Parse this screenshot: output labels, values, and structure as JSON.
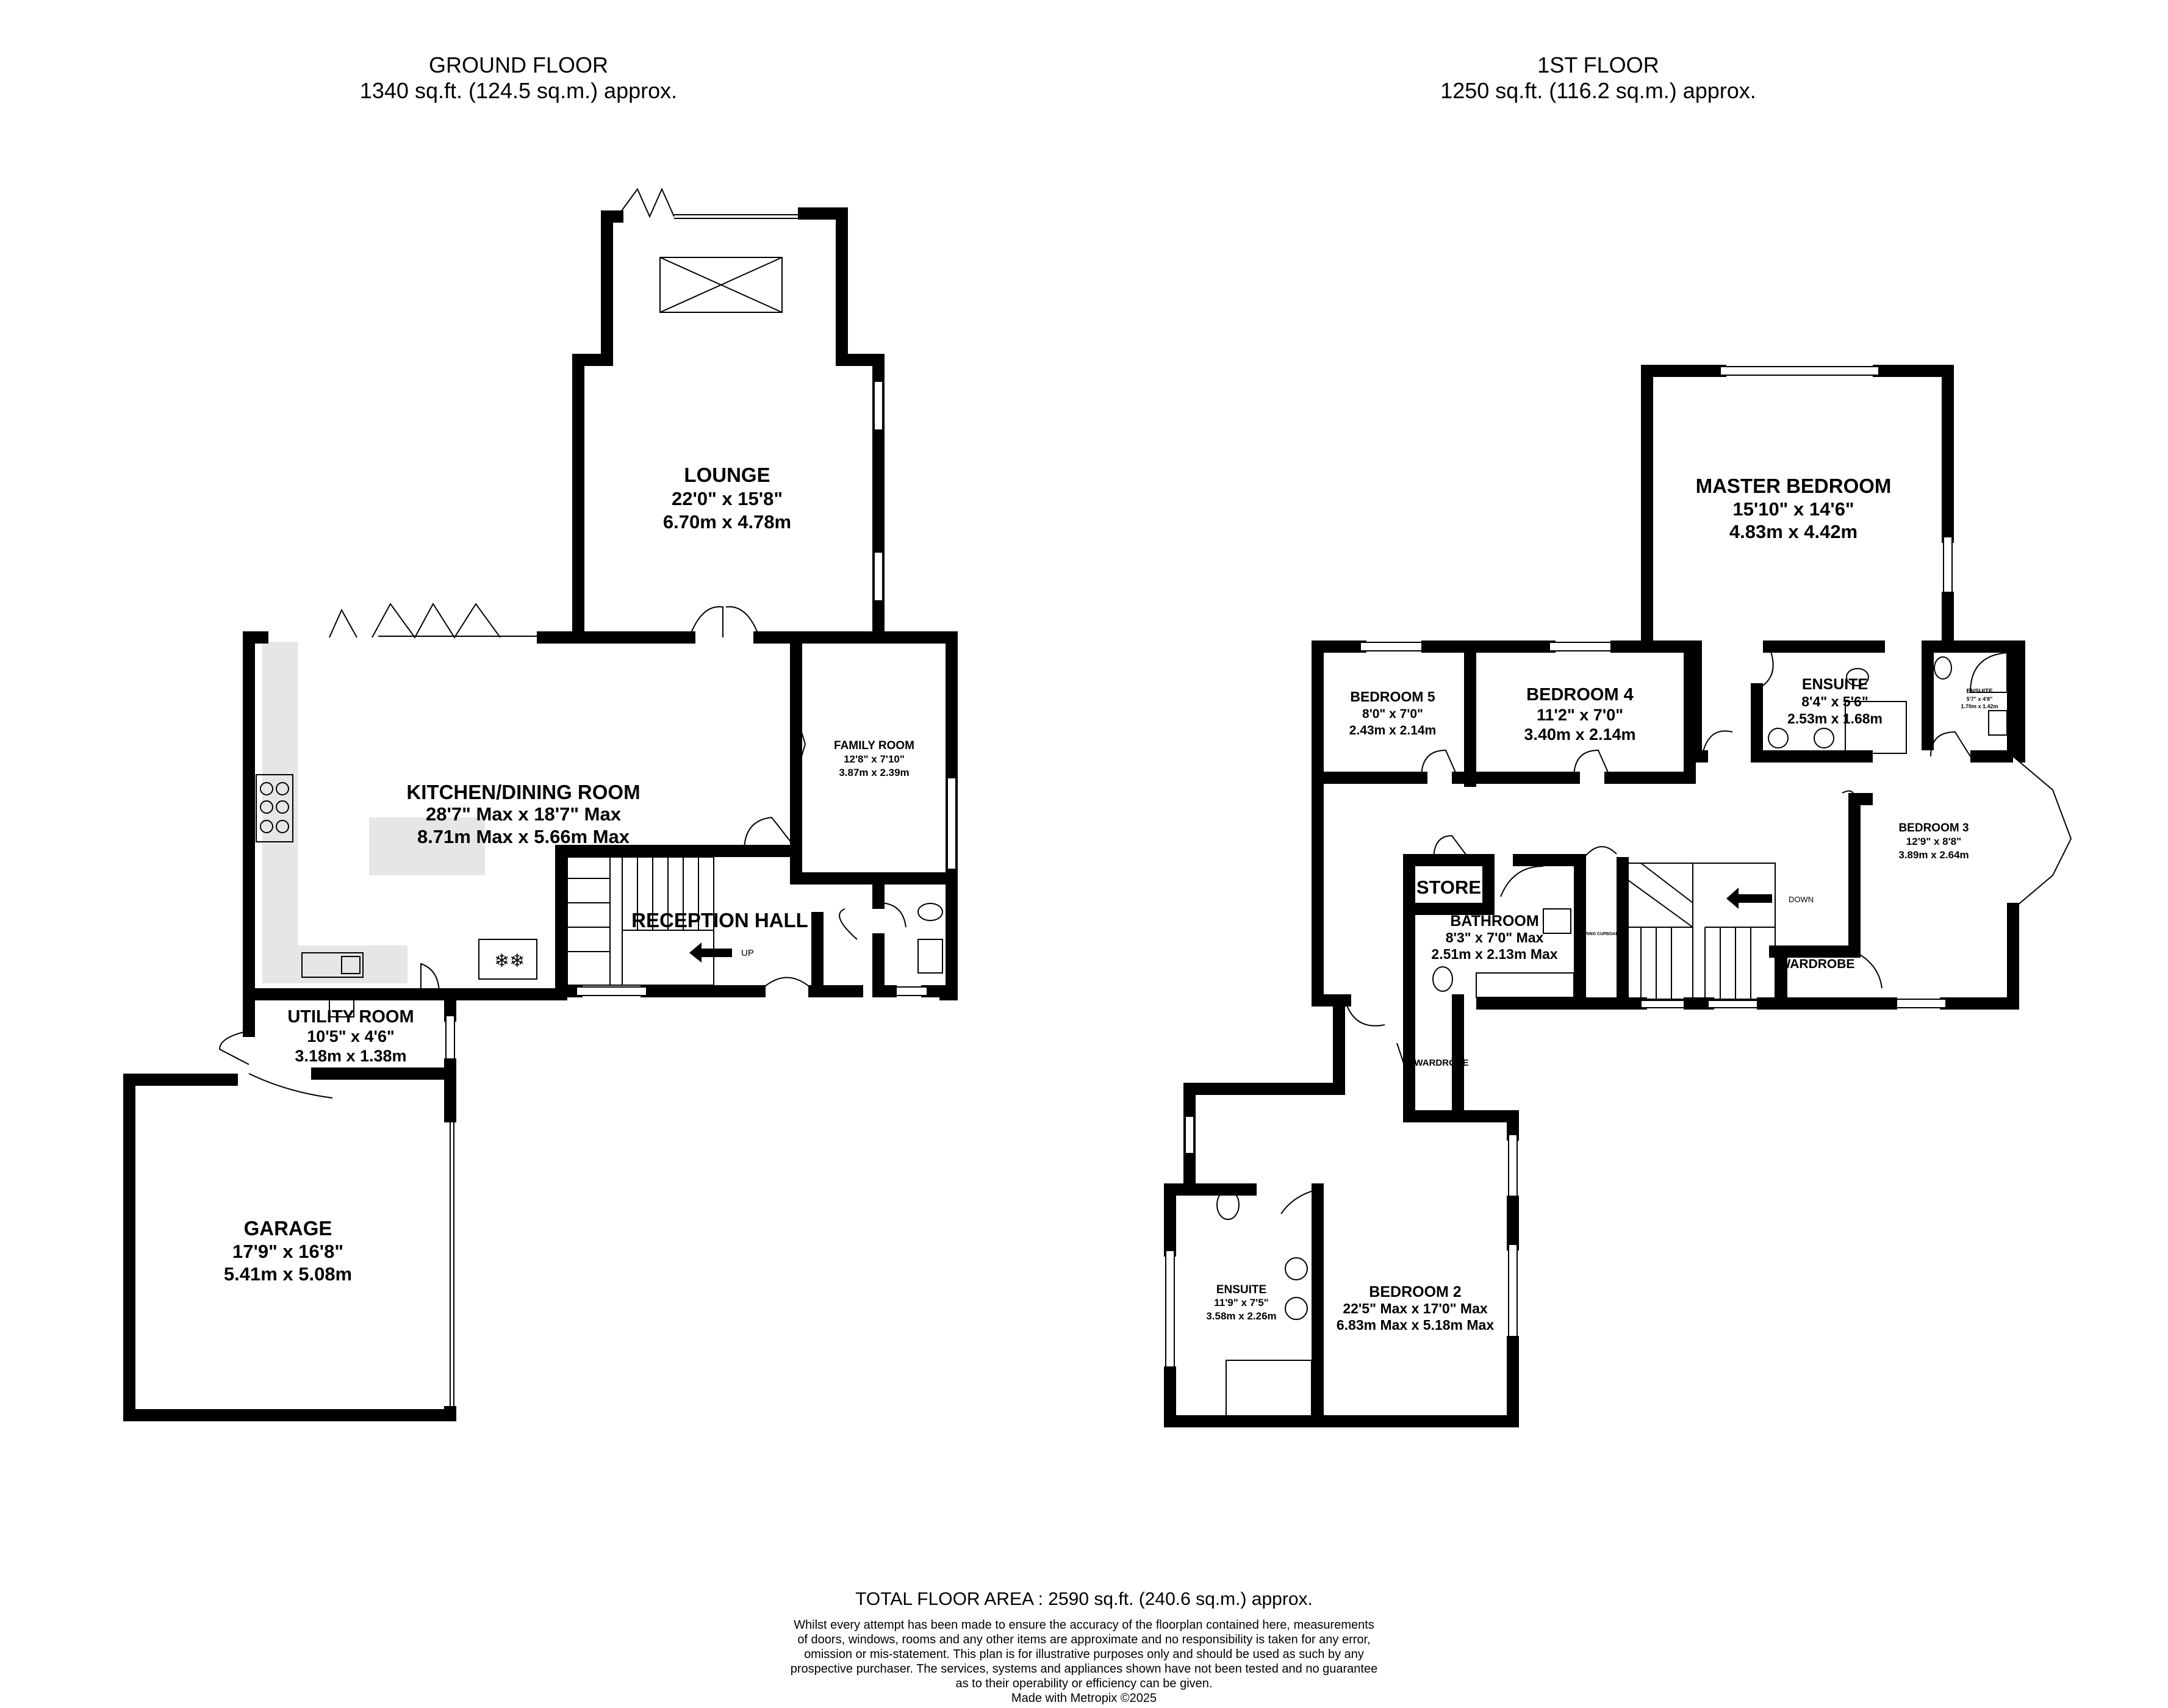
{
  "ground_floor": {
    "title": "GROUND FLOOR",
    "area": "1340 sq.ft. (124.5 sq.m.) approx.",
    "rooms": {
      "lounge": {
        "name": "LOUNGE",
        "imperial": "22'0\"  x 15'8\"",
        "metric": "6.70m  x 4.78m"
      },
      "kitchen": {
        "name": "KITCHEN/DINING ROOM",
        "imperial": "28'7\" Max x 18'7\" Max",
        "metric": "8.71m Max x 5.66m Max"
      },
      "family": {
        "name": "FAMILY ROOM",
        "imperial": "12'8\"  x 7'10\"",
        "metric": "3.87m  x 2.39m"
      },
      "reception": {
        "name": "RECEPTION HALL"
      },
      "utility": {
        "name": "UTILITY ROOM",
        "imperial": "10'5\"  x 4'6\"",
        "metric": "3.18m  x 1.38m"
      },
      "garage": {
        "name": "GARAGE",
        "imperial": "17'9\"  x 16'8\"",
        "metric": "5.41m  x 5.08m"
      }
    },
    "stair_label": "UP"
  },
  "first_floor": {
    "title": "1ST FLOOR",
    "area": "1250 sq.ft. (116.2 sq.m.) approx.",
    "rooms": {
      "master": {
        "name": "MASTER BEDROOM",
        "imperial": "15'10\"  x 14'6\"",
        "metric": "4.83m  x 4.42m"
      },
      "bed5": {
        "name": "BEDROOM 5",
        "imperial": "8'0\"  x 7'0\"",
        "metric": "2.43m  x 2.14m"
      },
      "bed4": {
        "name": "BEDROOM 4",
        "imperial": "11'2\"  x 7'0\"",
        "metric": "3.40m  x 2.14m"
      },
      "ensuite_master": {
        "name": "ENSUITE",
        "imperial": "8'4\"  x 5'6\"",
        "metric": "2.53m  x 1.68m"
      },
      "ensuite_small": {
        "name": "ENSUITE",
        "imperial": "5'7\"  x 4'8\"",
        "metric": "1.70m  x 1.42m"
      },
      "bed3": {
        "name": "BEDROOM 3",
        "imperial": "12'9\"  x 8'8\"",
        "metric": "3.89m  x 2.64m"
      },
      "store": {
        "name": "STORE"
      },
      "bathroom": {
        "name": "BATHROOM",
        "imperial": "8'3\"  x 7'0\" Max",
        "metric": "2.51m  x 2.13m Max"
      },
      "airing": {
        "name": "AIRING CUPBOARD"
      },
      "wardrobe_bed3": {
        "name": "WARDROBE"
      },
      "wardrobe_bed2": {
        "name": "WARDROBE"
      },
      "ensuite_bed2": {
        "name": "ENSUITE",
        "imperial": "11'9\"  x 7'5\"",
        "metric": "3.58m  x 2.26m"
      },
      "bed2": {
        "name": "BEDROOM 2",
        "imperial": "22'5\" Max x 17'0\" Max",
        "metric": "6.83m Max x 5.18m Max"
      }
    },
    "stair_label": "DOWN"
  },
  "footer": {
    "total": "TOTAL FLOOR AREA : 2590 sq.ft. (240.6 sq.m.) approx.",
    "disclaimer": [
      "Whilst every attempt has been made to ensure the accuracy of the floorplan contained here, measurements",
      "of doors, windows, rooms and any other items are approximate and no responsibility is taken for any error,",
      "omission or mis-statement. This plan is for illustrative purposes only and should be used as such by any",
      "prospective purchaser. The services, systems and appliances shown have not been tested and no guarantee",
      "as to their operability or efficiency can be given."
    ],
    "credit": "Made with Metropix ©2025"
  }
}
